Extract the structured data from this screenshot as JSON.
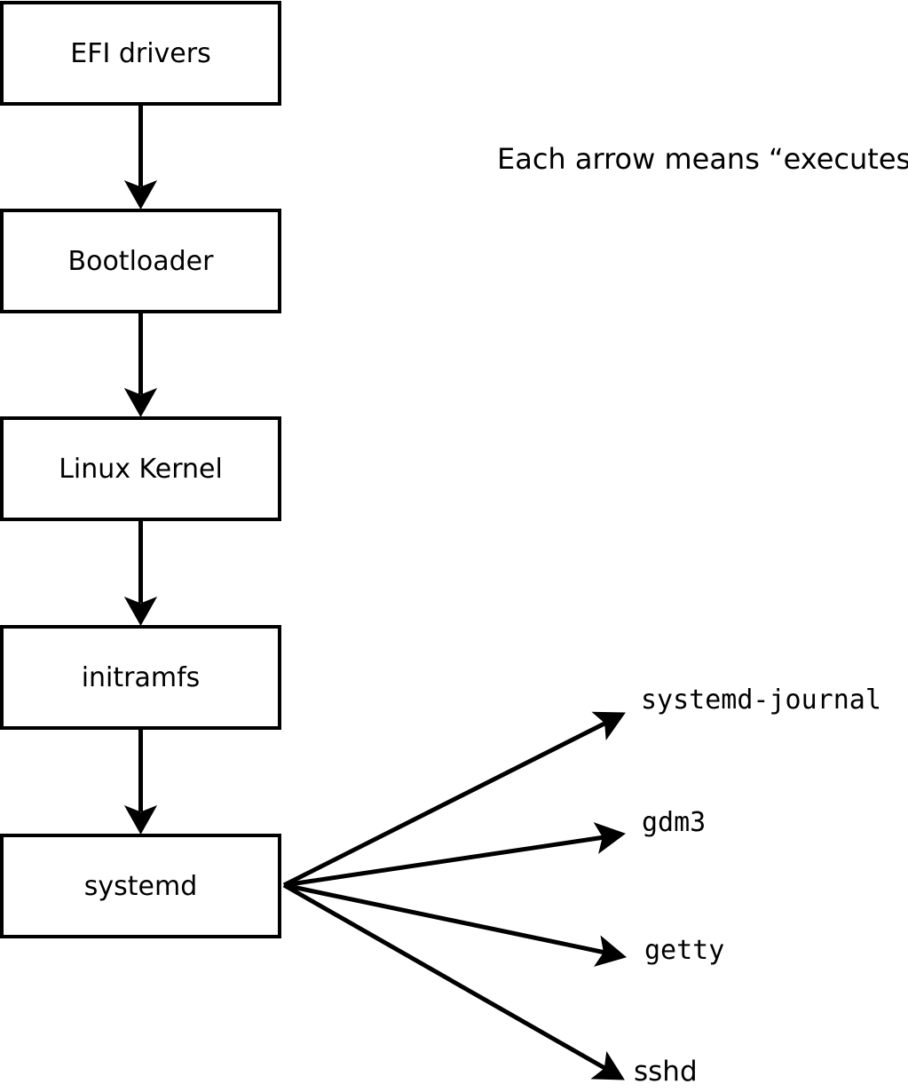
{
  "diagram": {
    "note": "Each arrow means “executes”.",
    "arrow_meaning": "executes",
    "chain": [
      {
        "label": "EFI drivers"
      },
      {
        "label": "Bootloader"
      },
      {
        "label": "Linux Kernel"
      },
      {
        "label": "initramfs"
      },
      {
        "label": "systemd"
      }
    ],
    "children": [
      {
        "label": "systemd-journal"
      },
      {
        "label": "gdm3"
      },
      {
        "label": "getty"
      },
      {
        "label": "sshd"
      }
    ],
    "colors": {
      "stroke": "#000000",
      "box_fill": "#ffffff",
      "background": "#ffffff"
    }
  }
}
